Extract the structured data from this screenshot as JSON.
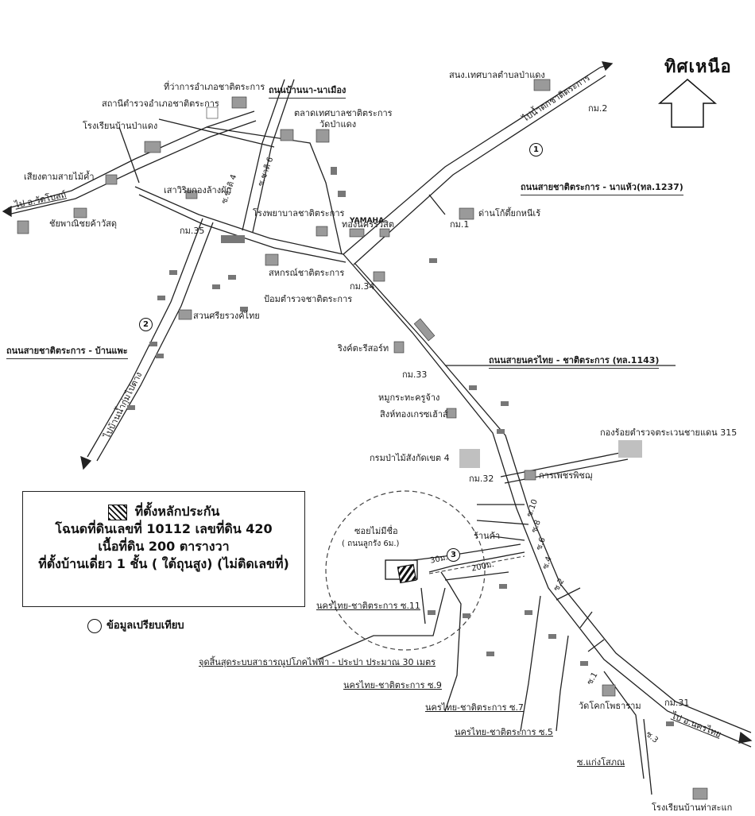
{
  "north": {
    "label": "ทิศเหนือ"
  },
  "roads": {
    "ban_na_na_mueang": "ถนนบ้านนา-นาเมือง",
    "chatturakan_nakhao": "ถนนสายชาติตระการ - นาแห้ว(ทล.1237)",
    "nakhonthai_chatturakan": "ถนนสายนครไทย - ชาติตระการ (ทล.1143)",
    "chatturakan_banphae": "ถนนสายชาติตระการ - บ้านแพะ",
    "to_wat_bot": "ไป อ.วัดโบสถ์",
    "to_bo_phak": "ไปน้ำตกชาติตระการ",
    "to_ban_kok": "ไปบ้านน้ำกุ่มไปตาง",
    "to_nakhonthai": "ไป อ.นครไทย"
  },
  "places": {
    "district_office": "ที่ว่าการอำเภอชาติตระการ",
    "police_station": "สถานีตำรวจอำเภอชาติตระการ",
    "market": "ตลาดเทศบาลชาติตระการ",
    "school_pa_daeng": "โรงเรียนบ้านป่าแดง",
    "wat_pa_daeng": "วัดป่าแดง",
    "voice_tower": "เสียงตามสายไม้ค้ำ",
    "bank": "ชัยพาณิชยค้าวัสดุ",
    "sao_wi_rien": "เสาวิริยกองล้างผัก",
    "soi6": "ซ.ชาติ 6",
    "soi4": "ซ.ชาติ 4",
    "hospital": "โรงพยาบาลชาติตระการ",
    "yamaha": "YAMAHA",
    "thong_rak": "ทองนครรวีสิต",
    "municipality": "สนง.เทศบาลตำบลป่าแดง",
    "dan_ko": "ด่านโก้ตึ้ยกหนีเร้",
    "sahakorn": "สหกรณ์ชาติตระการ",
    "police_box": "ป้อมตำรวจชาติตระการ",
    "suan_sri": "สวนศรียรวงค์ไทย",
    "resort": "ริงค์ตะรีสอร์ท",
    "moo_ban": "หมูกระทะครูจ้าง",
    "sing_thong": "สิงห์ทองเกรซเฮ้าส์",
    "kong_roi": "กองร้อยตำรวจตระเวนชายแดน 315",
    "krom_pa_mai": "กรมป่าไม้สังกัดเขต 4",
    "kan_phet": "การเพชรพิชฌุ",
    "soi_mai": "ซอยไม่มีชื่อ",
    "soi_mai_sub": "( ถนนลูกรัง 6ม.)",
    "shop": "ร้านค้า",
    "soi_11": "นครไทย-ชาติตระการ ซ.11",
    "soi_9": "นครไทย-ชาติตระการ ซ.9",
    "soi_7": "นครไทย-ชาติตระการ ซ.7",
    "soi_5": "นครไทย-ชาติตระการ ซ.5",
    "electric": "จุดสิ้นสุดระบบสาธารณูปโภคไฟฟ้า - ประปา ประมาณ 30 เมตร",
    "wat_khok": "วัดโคกโพธาราม",
    "school_tha_sakhrae": "โรงเรียนบ้านท่าสะแก",
    "kaeng_sophon": "ซ.แก่งโสภณ",
    "dist_30": "30ม.",
    "dist_200": "200ม."
  },
  "km": {
    "km2": "กม.2",
    "km1": "กม.1",
    "km35": "กม.35",
    "km34": "กม.34",
    "km33": "กม.33",
    "km32": "กม.32",
    "km31": "กม.31"
  },
  "sois_side": [
    "ซ.10",
    "ซ.8",
    "ซ.6",
    "ซ.4",
    "ซ.2",
    "ซ.1",
    "ซ.3"
  ],
  "markers": {
    "m1": "1",
    "m2": "2",
    "m3": "3"
  },
  "legend": {
    "title": "ที่ตั้งหลักประกัน",
    "line1": "โฉนดที่ดินเลขที่ 10112 เลขที่ดิน 420",
    "line2": "เนื้อที่ดิน 200 ตารางวา",
    "line3": "ที่ตั้งบ้านเดี่ยว 1 ชั้น ( ใต้ถุนสูง) (ไม่ติดเลขที่)",
    "compare": "ข้อมูลเปรียบเทียบ"
  }
}
